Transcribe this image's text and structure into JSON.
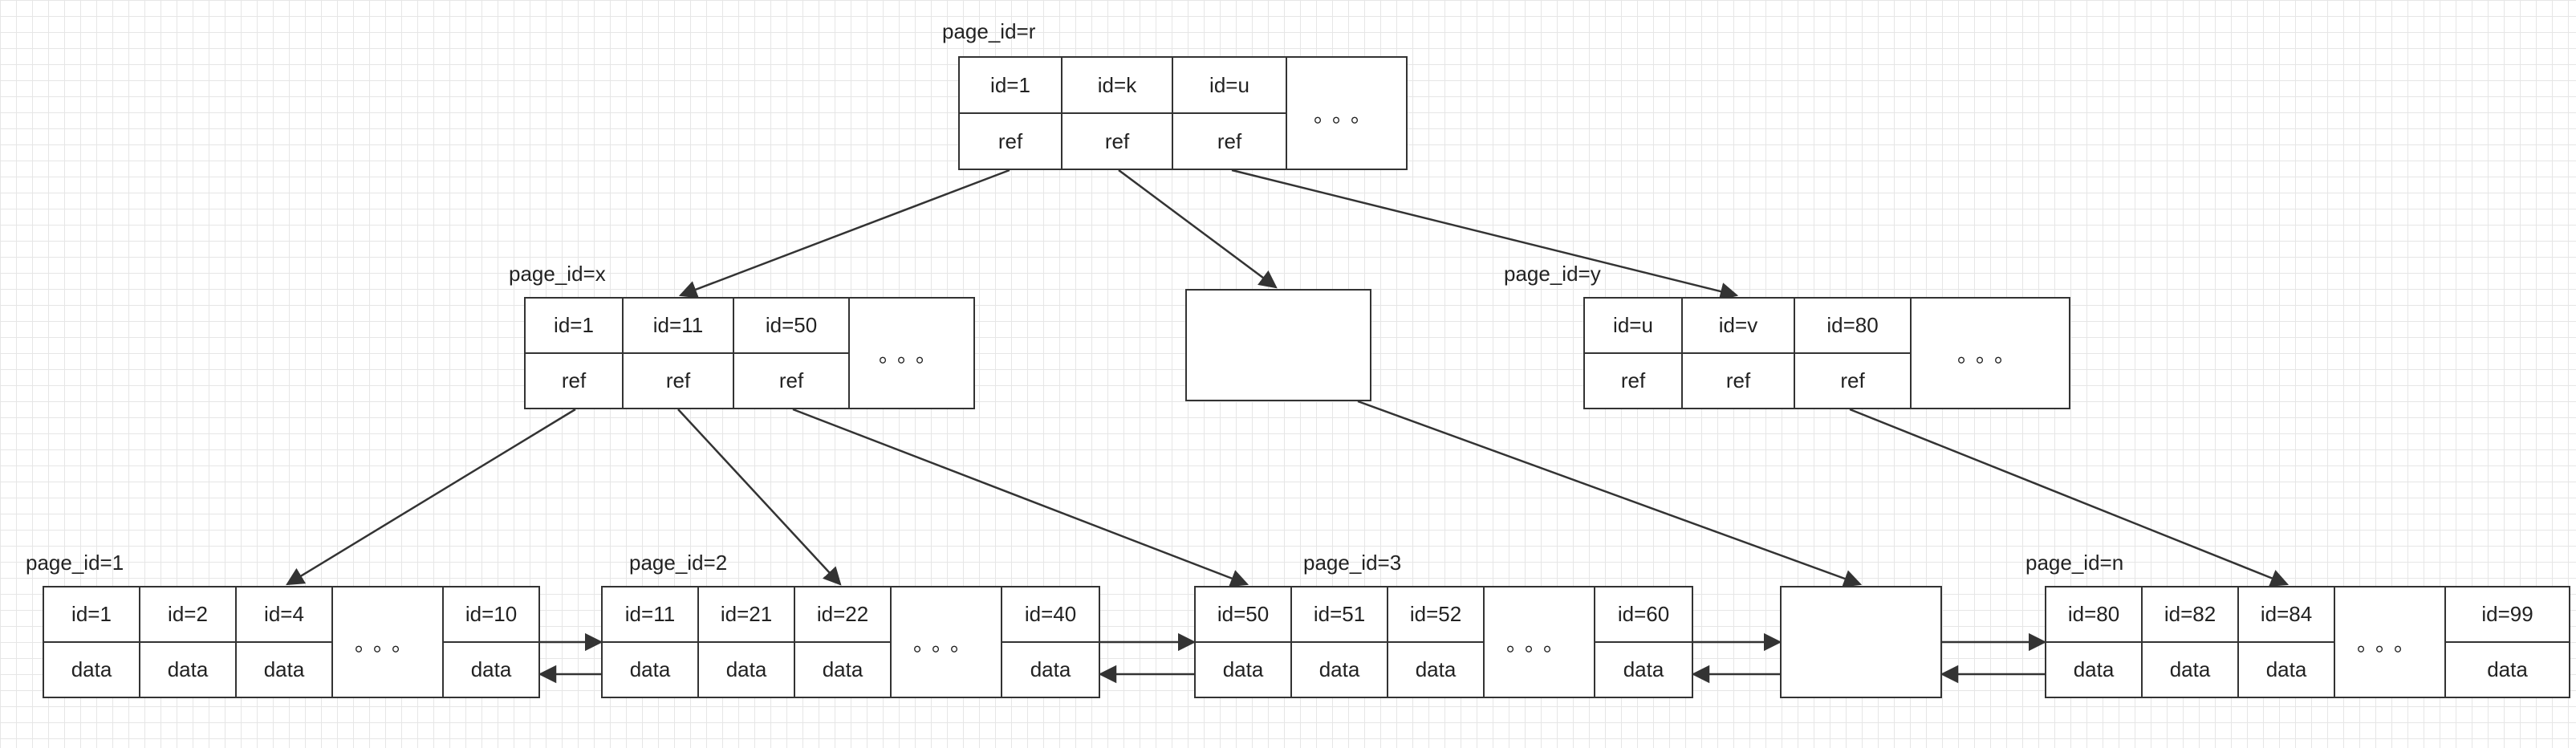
{
  "colors": {
    "stroke": "#333333",
    "grid": "#e6e6e6",
    "background": "#ffffff"
  },
  "ellipsis": "。。。",
  "nodes": {
    "root": {
      "label": "page_id=r",
      "entries": [
        {
          "key": "id=1",
          "val": "ref"
        },
        {
          "key": "id=k",
          "val": "ref"
        },
        {
          "key": "id=u",
          "val": "ref"
        }
      ]
    },
    "x": {
      "label": "page_id=x",
      "entries": [
        {
          "key": "id=1",
          "val": "ref"
        },
        {
          "key": "id=11",
          "val": "ref"
        },
        {
          "key": "id=50",
          "val": "ref"
        }
      ]
    },
    "y": {
      "label": "page_id=y",
      "entries": [
        {
          "key": "id=u",
          "val": "ref"
        },
        {
          "key": "id=v",
          "val": "ref"
        },
        {
          "key": "id=80",
          "val": "ref"
        }
      ]
    },
    "p1": {
      "label": "page_id=1",
      "entries": [
        {
          "key": "id=1",
          "val": "data"
        },
        {
          "key": "id=2",
          "val": "data"
        },
        {
          "key": "id=4",
          "val": "data"
        }
      ],
      "last": {
        "key": "id=10",
        "val": "data"
      }
    },
    "p2": {
      "label": "page_id=2",
      "entries": [
        {
          "key": "id=11",
          "val": "data"
        },
        {
          "key": "id=21",
          "val": "data"
        },
        {
          "key": "id=22",
          "val": "data"
        }
      ],
      "last": {
        "key": "id=40",
        "val": "data"
      }
    },
    "p3": {
      "label": "page_id=3",
      "entries": [
        {
          "key": "id=50",
          "val": "data"
        },
        {
          "key": "id=51",
          "val": "data"
        },
        {
          "key": "id=52",
          "val": "data"
        }
      ],
      "last": {
        "key": "id=60",
        "val": "data"
      }
    },
    "pn": {
      "label": "page_id=n",
      "entries": [
        {
          "key": "id=80",
          "val": "data"
        },
        {
          "key": "id=82",
          "val": "data"
        },
        {
          "key": "id=84",
          "val": "data"
        }
      ],
      "last": {
        "key": "id=99",
        "val": "data"
      }
    }
  },
  "edges": [
    {
      "from": "root",
      "to": "x"
    },
    {
      "from": "root",
      "to": "mid"
    },
    {
      "from": "root",
      "to": "y"
    },
    {
      "from": "x",
      "to": "p1"
    },
    {
      "from": "x",
      "to": "p2"
    },
    {
      "from": "x",
      "to": "p3"
    },
    {
      "from": "mid",
      "to": "leafmid"
    },
    {
      "from": "y",
      "to": "pn"
    }
  ],
  "leaf_links": [
    {
      "from": "p1",
      "to": "p2",
      "bidirectional": true
    },
    {
      "from": "p2",
      "to": "p3",
      "bidirectional": true
    },
    {
      "from": "p3",
      "to": "leafmid",
      "bidirectional": true
    },
    {
      "from": "leafmid",
      "to": "pn",
      "bidirectional": true
    }
  ]
}
